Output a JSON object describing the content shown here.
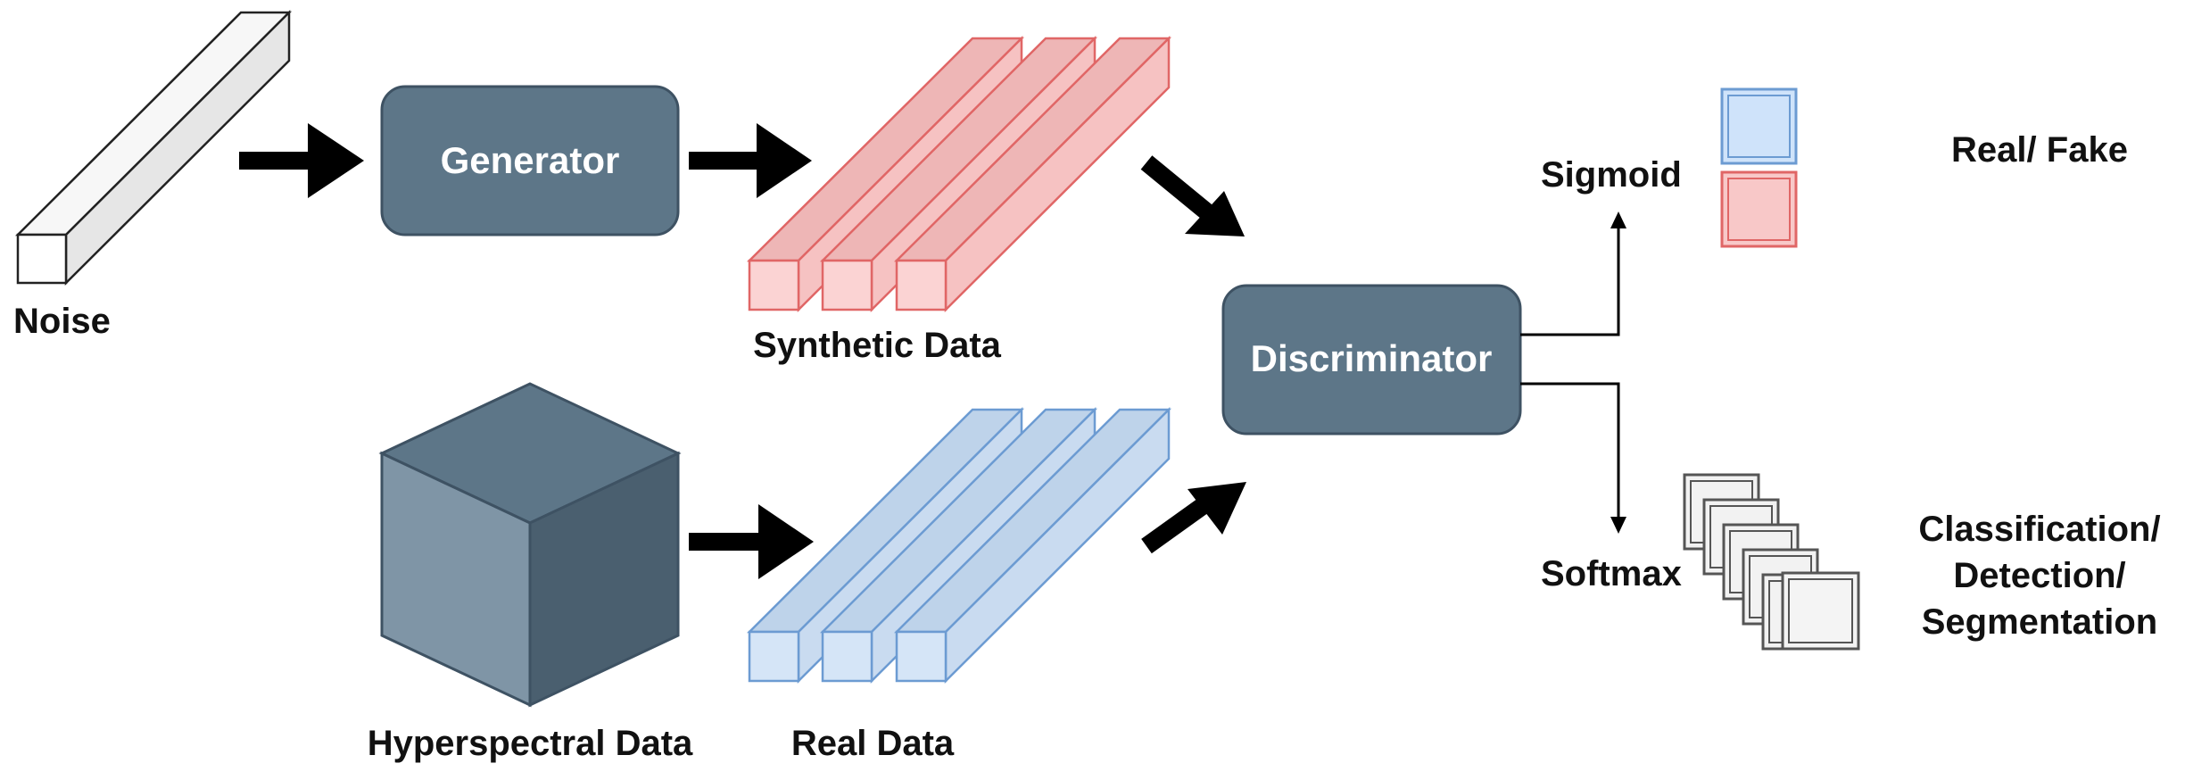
{
  "labels": {
    "noise": "Noise",
    "generator": "Generator",
    "synthetic_data": "Synthetic Data",
    "discriminator": "Discriminator",
    "hyperspectral_data": "Hyperspectral Data",
    "real_data": "Real Data",
    "sigmoid": "Sigmoid",
    "softmax": "Softmax",
    "real_fake": "Real/ Fake",
    "task_line1": "Classification/",
    "task_line2": "Detection/",
    "task_line3": "Segmentation"
  },
  "colors": {
    "box_fill": "#5d7688",
    "box_stroke": "#3e5263",
    "synthetic_fill": "#f8c8c8",
    "synthetic_stroke": "#e06666",
    "real_fill": "#cfe0f5",
    "real_stroke": "#6c9bd2",
    "noise_fill": "#f2f2f2",
    "noise_stroke": "#222222",
    "cube_top": "#5d7688",
    "cube_left": "#7f95a6",
    "cube_right": "#4a5f6f",
    "arrow": "#000000"
  },
  "icons": {
    "big_arrows": "block-arrow-icon",
    "outputs": "thin-arrow-icon",
    "sigmoid_squares": "class-square-icon",
    "softmax_stack": "stacked-map-icon"
  }
}
